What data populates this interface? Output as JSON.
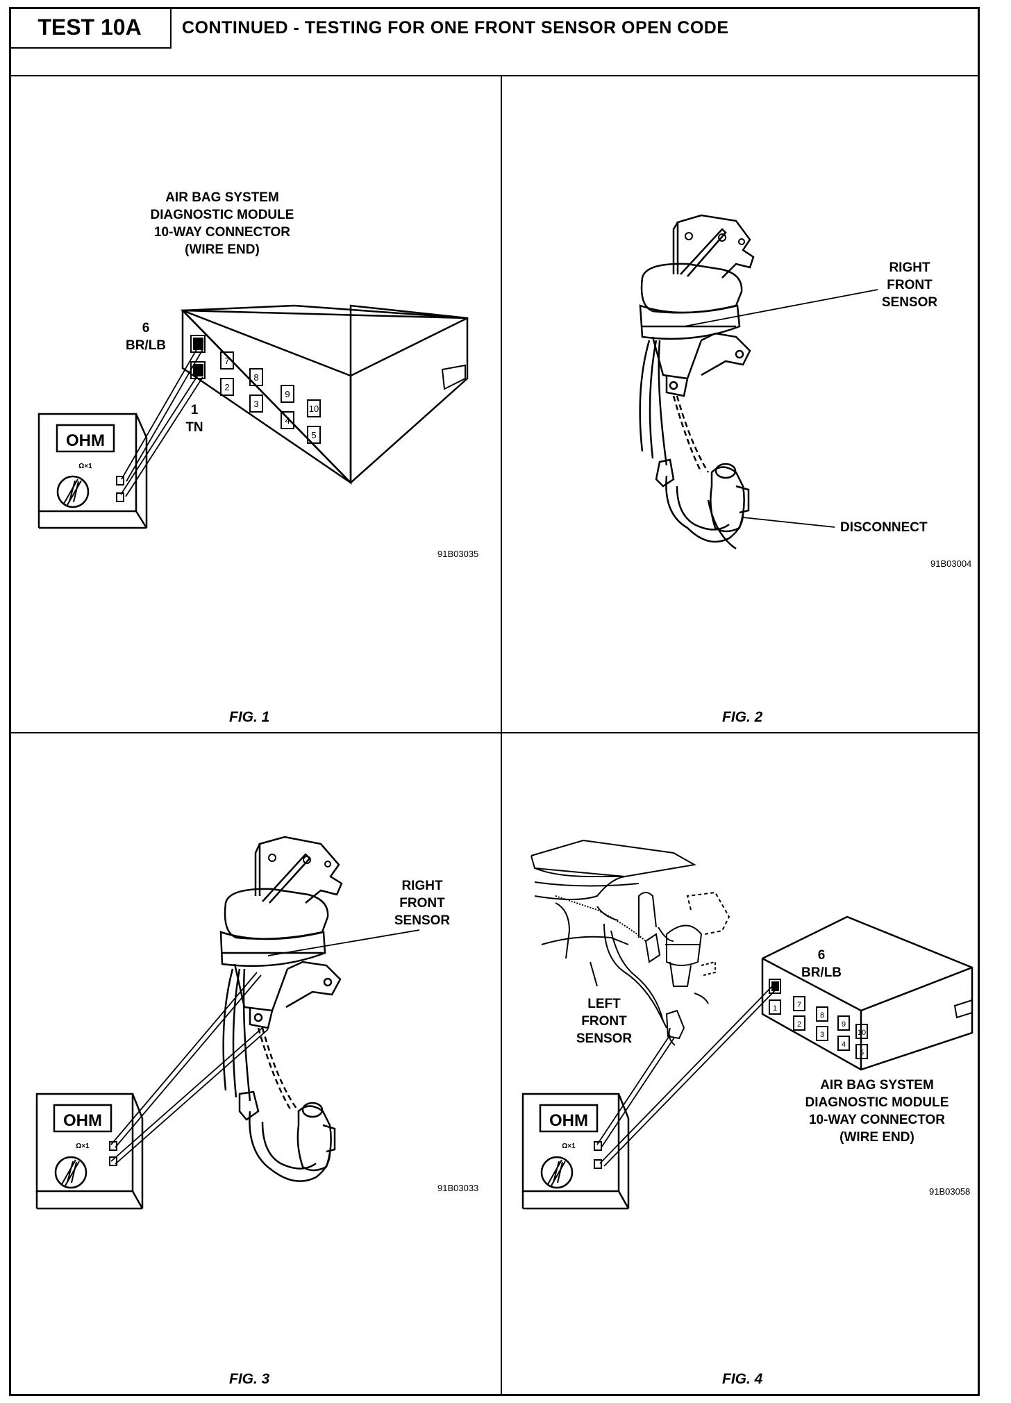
{
  "header": {
    "test_id": "TEST 10A",
    "title": "CONTINUED - TESTING FOR ONE FRONT SENSOR OPEN CODE"
  },
  "meter": {
    "display": "OHM",
    "range": "Ω×1"
  },
  "fig1": {
    "module_label": [
      "AIR BAG SYSTEM",
      "DIAGNOSTIC MODULE",
      "10-WAY CONNECTOR",
      "(WIRE END)"
    ],
    "pin6_label": [
      "6",
      "BR/LB"
    ],
    "pin1_label": [
      "1",
      "TN"
    ],
    "pins": [
      "7",
      "8",
      "9",
      "10",
      "2",
      "3",
      "4",
      "5"
    ],
    "code": "91B03035",
    "caption": "FIG. 1"
  },
  "fig2": {
    "sensor_label": [
      "RIGHT",
      "FRONT",
      "SENSOR"
    ],
    "disconnect_label": "DISCONNECT",
    "code": "91B03004",
    "caption": "FIG. 2"
  },
  "fig3": {
    "sensor_label": [
      "RIGHT",
      "FRONT",
      "SENSOR"
    ],
    "code": "91B03033",
    "caption": "FIG. 3"
  },
  "fig4": {
    "pin6_label": [
      "6",
      "BR/LB"
    ],
    "left_sensor_label": [
      "LEFT",
      "FRONT",
      "SENSOR"
    ],
    "module_label": [
      "AIR BAG SYSTEM",
      "DIAGNOSTIC MODULE",
      "10-WAY CONNECTOR",
      "(WIRE END)"
    ],
    "pins": [
      "1",
      "7",
      "8",
      "9",
      "10",
      "2",
      "3",
      "4",
      "5"
    ],
    "code": "91B03058",
    "caption": "FIG. 4"
  }
}
